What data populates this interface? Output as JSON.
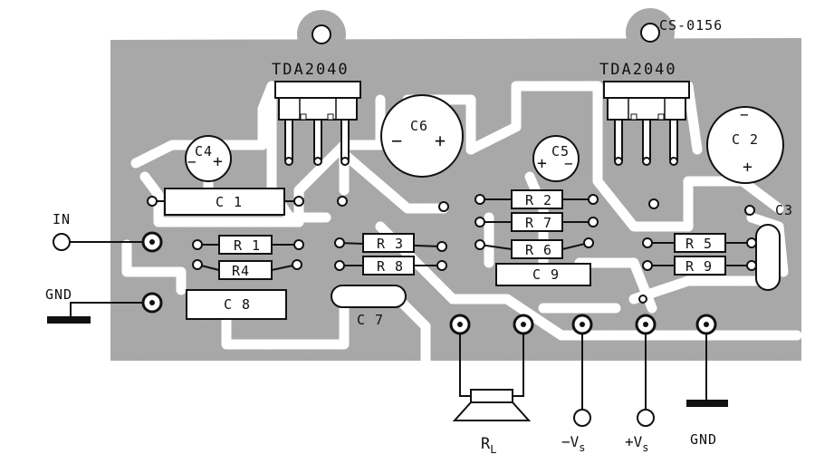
{
  "board_id": "CS-0156",
  "ics": [
    "TDA2040",
    "TDA2040"
  ],
  "components": {
    "C1": "C 1",
    "C2": "C 2",
    "C3": "C3",
    "C4": "C4",
    "C5": "C5",
    "C6": "C6",
    "C7": "C 7",
    "C8": "C 8",
    "C9": "C 9",
    "R1": "R 1",
    "R2": "R 2",
    "R3": "R 3",
    "R4": "R4",
    "R5": "R 5",
    "R6": "R 6",
    "R7": "R 7",
    "R8": "R 8",
    "R9": "R 9"
  },
  "polarity": {
    "plus": "+",
    "minus": "−"
  },
  "terminals": {
    "in": "IN",
    "gnd_left": "GND",
    "rl_main": "R",
    "rl_sub": "L",
    "neg_vs_main": "−V",
    "pos_vs_main": "+V",
    "vs_sub": "s",
    "gnd_right": "GND"
  },
  "colors": {
    "board": "#a9a9a9",
    "trace": "#ffffff",
    "ink": "#111111"
  }
}
